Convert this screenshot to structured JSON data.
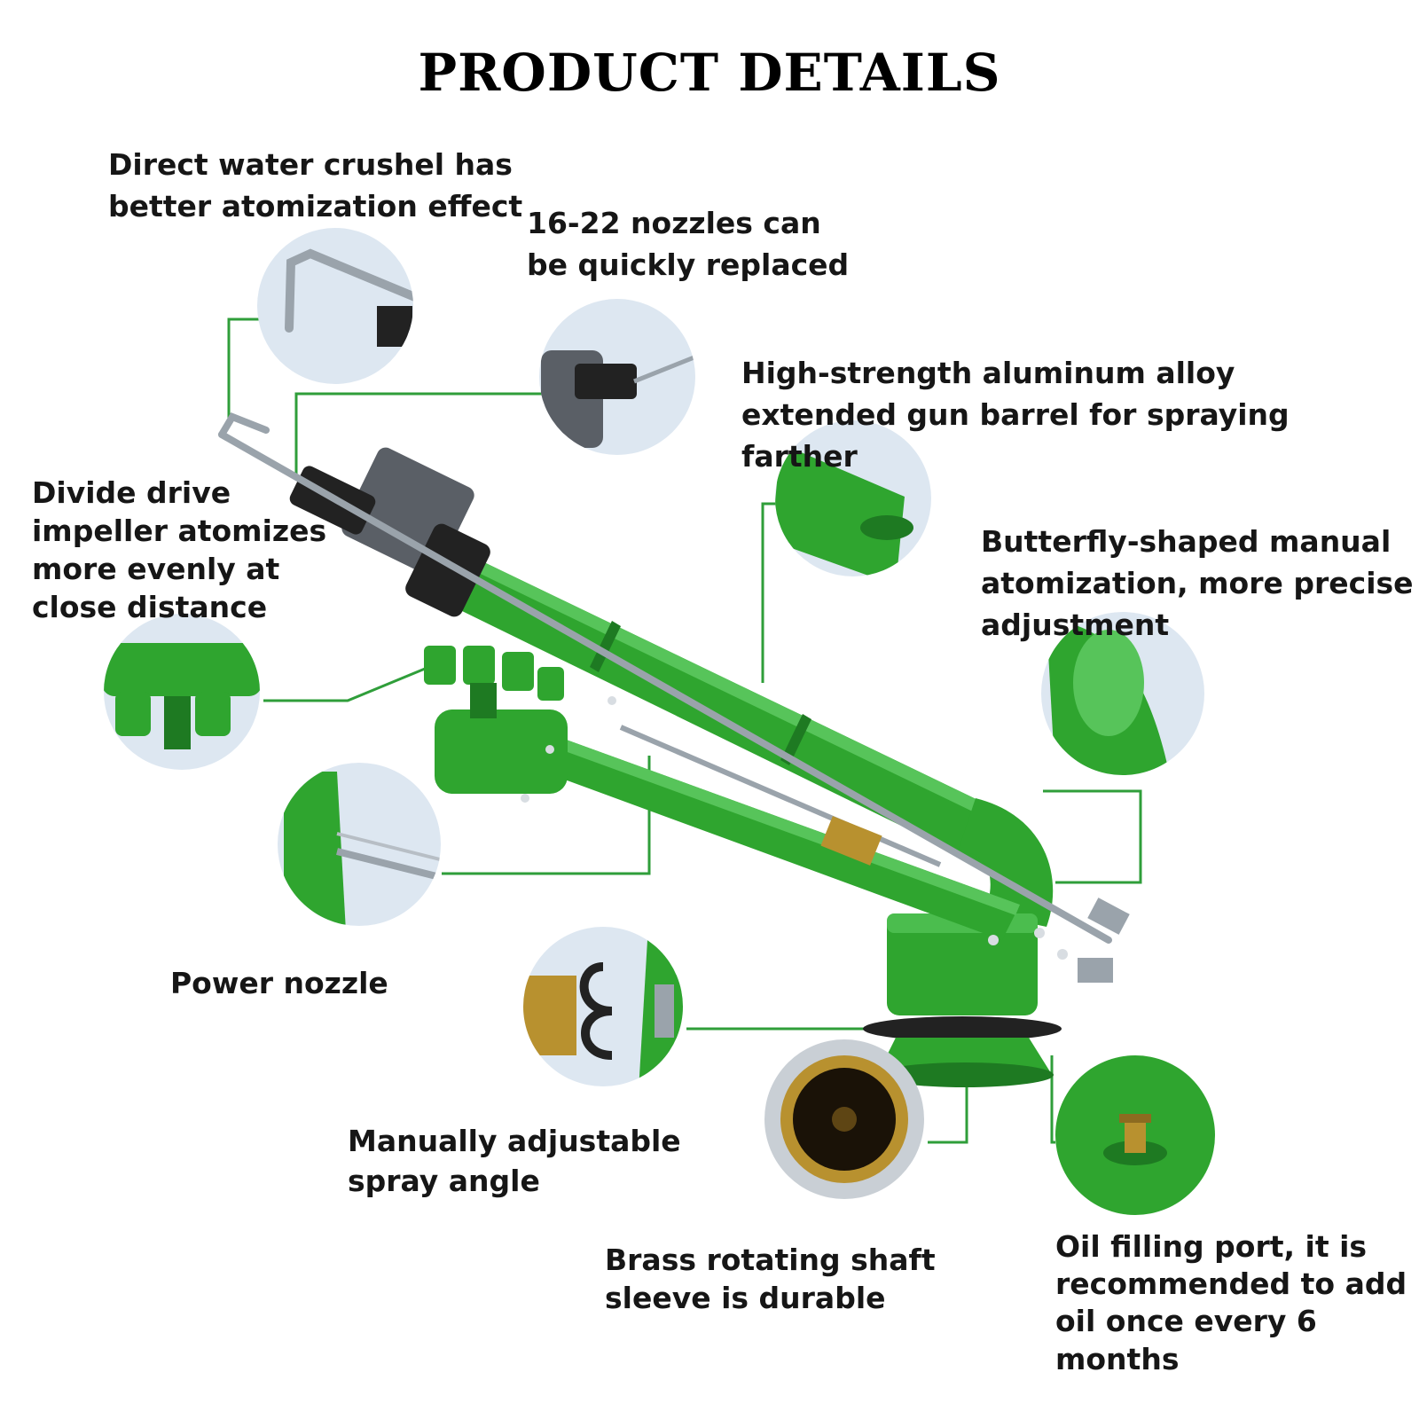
{
  "title": "PRODUCT DETAILS",
  "labels": {
    "crusher": [
      "Direct water crushel has",
      "better atomization effect"
    ],
    "nozzles": [
      "16-22 nozzles can",
      "be quickly replaced"
    ],
    "barrel": [
      "High-strength aluminum alloy",
      "extended gun barrel for spraying",
      "farther"
    ],
    "impeller": [
      "Divide drive",
      "impeller atomizes",
      "more evenly at",
      "close distance"
    ],
    "butterfly": [
      "Butterfly-shaped manual",
      "atomization, more precise",
      "adjustment"
    ],
    "power": [
      "Power nozzle"
    ],
    "angle": [
      "Manually adjustable",
      "spray angle"
    ],
    "brass": [
      "Brass rotating shaft",
      "sleeve is durable"
    ],
    "oil": [
      "Oil filling port, it is",
      "recommended to add",
      "oil once every 6",
      "months"
    ]
  },
  "colors": {
    "green": "#2fa52f",
    "green_dark": "#1e7a22",
    "line": "#2f9e3a",
    "steel": "#9aa3ab",
    "brass": "#b8912f",
    "black": "#222222"
  }
}
